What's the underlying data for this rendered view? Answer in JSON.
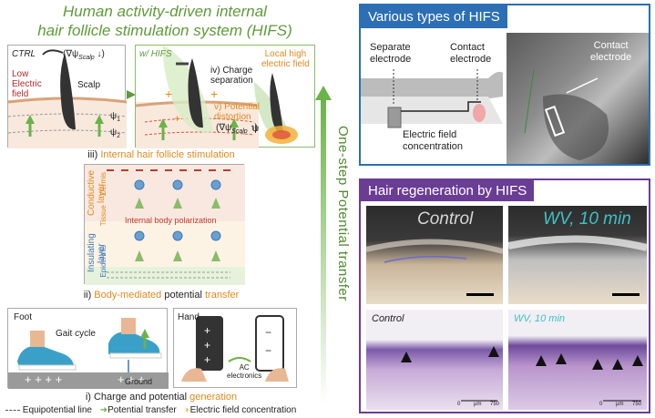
{
  "title": {
    "line1": "Human activity-driven internal",
    "line2": "hair follicle stimulation system (HIFS)"
  },
  "panel_iii": {
    "ctrl_label": "CTRL",
    "ctrl_formula": "(∇ψ",
    "ctrl_formula_sub": "Scalp",
    "ctrl_formula_tail": " ↓)",
    "low_field_label": "Low\nElectric\nfield",
    "scalp_label": "Scalp",
    "psi1": "ψ",
    "psi1_sub": "1",
    "psi2": "ψ",
    "psi2_sub": "2",
    "whifs_label": "w/ HIFS",
    "charge_sep_label": "iv) Charge\nseparation",
    "potential_dist_label": "v) Potential\ndistortion",
    "hifs_formula": "(∇ψ",
    "hifs_formula_sub": "Scalp",
    "hifs_formula_tail": " ↑)",
    "local_high_label": "Local high\nelectric field",
    "psi_symbol": "ψ",
    "caption_prefix": "iii) ",
    "caption_highlight": "Internal hair follicle stimulation"
  },
  "panel_ii": {
    "conductive_layer": "Conductive layer",
    "dermis": "Dermis",
    "tissue": "Tissue",
    "internal_polarization": "Internal body polarization",
    "insulating_layer": "Insulating layer",
    "epidermis": "Epidermis",
    "caption_prefix": "ii) ",
    "caption_highlight1": "Body-mediated",
    "caption_mid": " potential ",
    "caption_highlight2": "transfer"
  },
  "panel_i": {
    "foot_label": "Foot",
    "gait_label": "Gait cycle",
    "ground_label": "Ground",
    "hand_label": "Hand",
    "ac_label": "AC\nelectronics",
    "caption_prefix": "i) Charge and potential ",
    "caption_highlight": "generation"
  },
  "transfer_label": "One-step Potential transfer",
  "types_panel": {
    "header": "Various types of HIFS",
    "separate_electrode": "Separate\nelectrode",
    "contact_electrode": "Contact\nelectrode",
    "field_concentration": "Electric field\nconcentration",
    "photo_contact_label": "Contact\nelectrode"
  },
  "regen_panel": {
    "header": "Hair regeneration by HIFS",
    "control_photo": "Control",
    "wv_photo": "WV, 10 min",
    "control_histo": "Control",
    "wv_histo": "WV, 10 min",
    "scale_0": "0",
    "scale_unit": "µm",
    "scale_750": "750"
  },
  "legend": {
    "equipotential": "Equipotential line",
    "potential_transfer": "Potential transfer",
    "field_concentration": "Electric field concentration"
  },
  "colors": {
    "green_accent": "#5f9a3a",
    "orange_accent": "#e08a1e",
    "blue_header": "#2c6fb4",
    "purple_header": "#6a3d94",
    "red_label": "#b02a2a"
  }
}
